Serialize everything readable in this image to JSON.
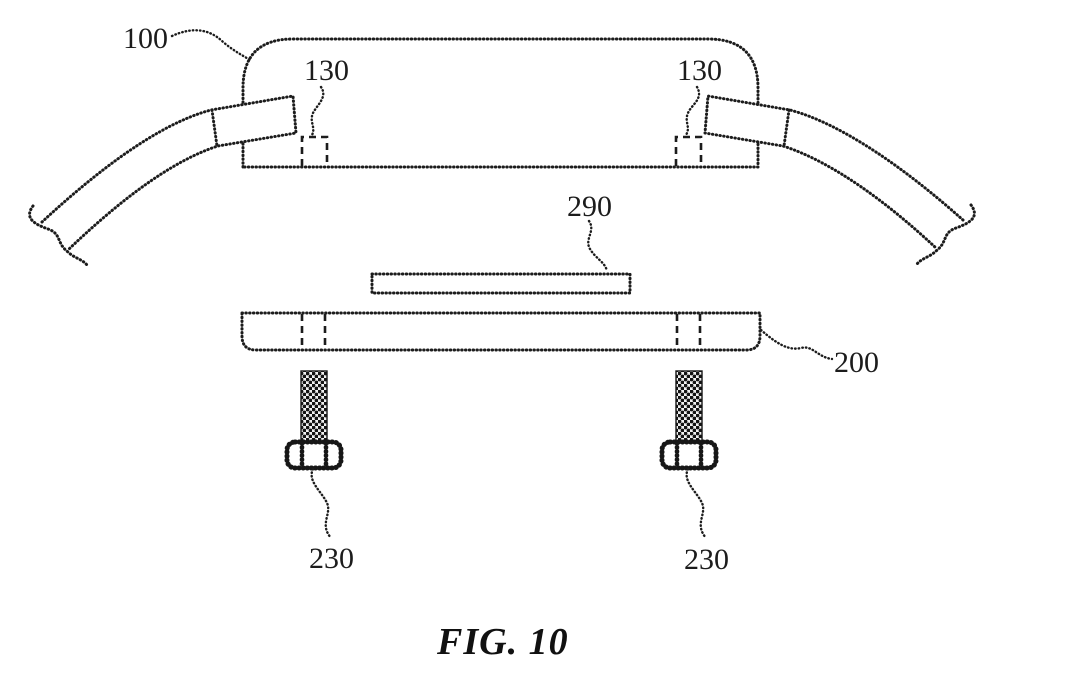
{
  "figure": {
    "caption": "FIG. 10",
    "ref_labels": {
      "device_body": "100",
      "fastener_hole_left": "130",
      "fastener_hole_right": "130",
      "gasket": "290",
      "back_plate": "200",
      "screw_left": "230",
      "screw_right": "230"
    },
    "colors": {
      "line": "#1c1c1c",
      "background": "#ffffff"
    }
  }
}
